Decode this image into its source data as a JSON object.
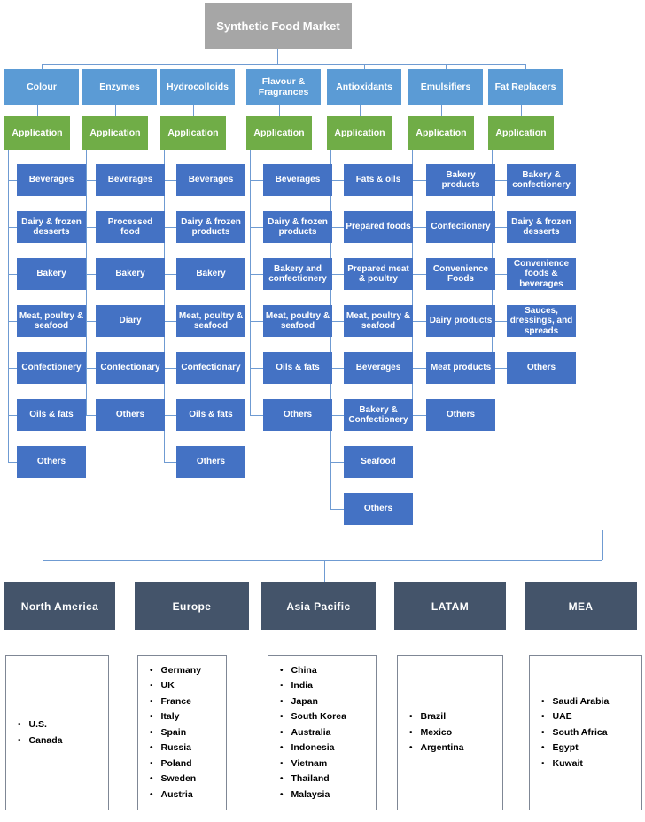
{
  "title": "Synthetic Food Market",
  "application_label": "Application",
  "colors": {
    "title_bg": "#a6a6a6",
    "header_bg": "#5b9bd5",
    "app_bg": "#70ad47",
    "item_bg": "#4472c4",
    "region_bg": "#44546a",
    "line": "#6f9bd2"
  },
  "columns": [
    {
      "label": "Colour",
      "items": [
        "Beverages",
        "Dairy & frozen desserts",
        "Bakery",
        "Meat, poultry & seafood",
        "Confectionery",
        "Oils & fats",
        "Others"
      ]
    },
    {
      "label": "Enzymes",
      "items": [
        "Beverages",
        "Processed food",
        "Bakery",
        "Diary",
        "Confectionary",
        "Others"
      ]
    },
    {
      "label": "Hydrocolloids",
      "items": [
        "Beverages",
        "Dairy & frozen products",
        "Bakery",
        "Meat, poultry & seafood",
        "Confectionary",
        "Oils & fats",
        "Others"
      ]
    },
    {
      "label": "Flavour & Fragrances",
      "items": [
        "Beverages",
        "Dairy & frozen products",
        "Bakery and confectionery",
        "Meat, poultry & seafood",
        "Oils & fats",
        "Others"
      ]
    },
    {
      "label": "Antioxidants",
      "items": [
        "Fats & oils",
        "Prepared foods",
        "Prepared meat & poultry",
        "Meat, poultry & seafood",
        "Beverages",
        "Bakery & Confectionery",
        "Seafood",
        "Others"
      ]
    },
    {
      "label": "Emulsifiers",
      "items": [
        "Bakery products",
        "Confectionery",
        "Convenience Foods",
        "Dairy products",
        "Meat products",
        "Others"
      ]
    },
    {
      "label": "Fat Replacers",
      "items": [
        "Bakery & confectionery",
        "Dairy & frozen desserts",
        "Convenience foods & beverages",
        "Sauces, dressings, and spreads",
        "Others"
      ]
    }
  ],
  "regions": [
    {
      "label": "North America",
      "countries": [
        "U.S.",
        "Canada"
      ]
    },
    {
      "label": "Europe",
      "countries": [
        "Germany",
        "UK",
        "France",
        "Italy",
        "Spain",
        "Russia",
        "Poland",
        "Sweden",
        "Austria"
      ]
    },
    {
      "label": "Asia Pacific",
      "countries": [
        "China",
        "India",
        "Japan",
        "South Korea",
        "Australia",
        "Indonesia",
        "Vietnam",
        "Thailand",
        "Malaysia"
      ]
    },
    {
      "label": "LATAM",
      "countries": [
        "Brazil",
        "Mexico",
        "Argentina"
      ]
    },
    {
      "label": "MEA",
      "countries": [
        "Saudi Arabia",
        "UAE",
        "South Africa",
        "Egypt",
        "Kuwait"
      ]
    }
  ]
}
